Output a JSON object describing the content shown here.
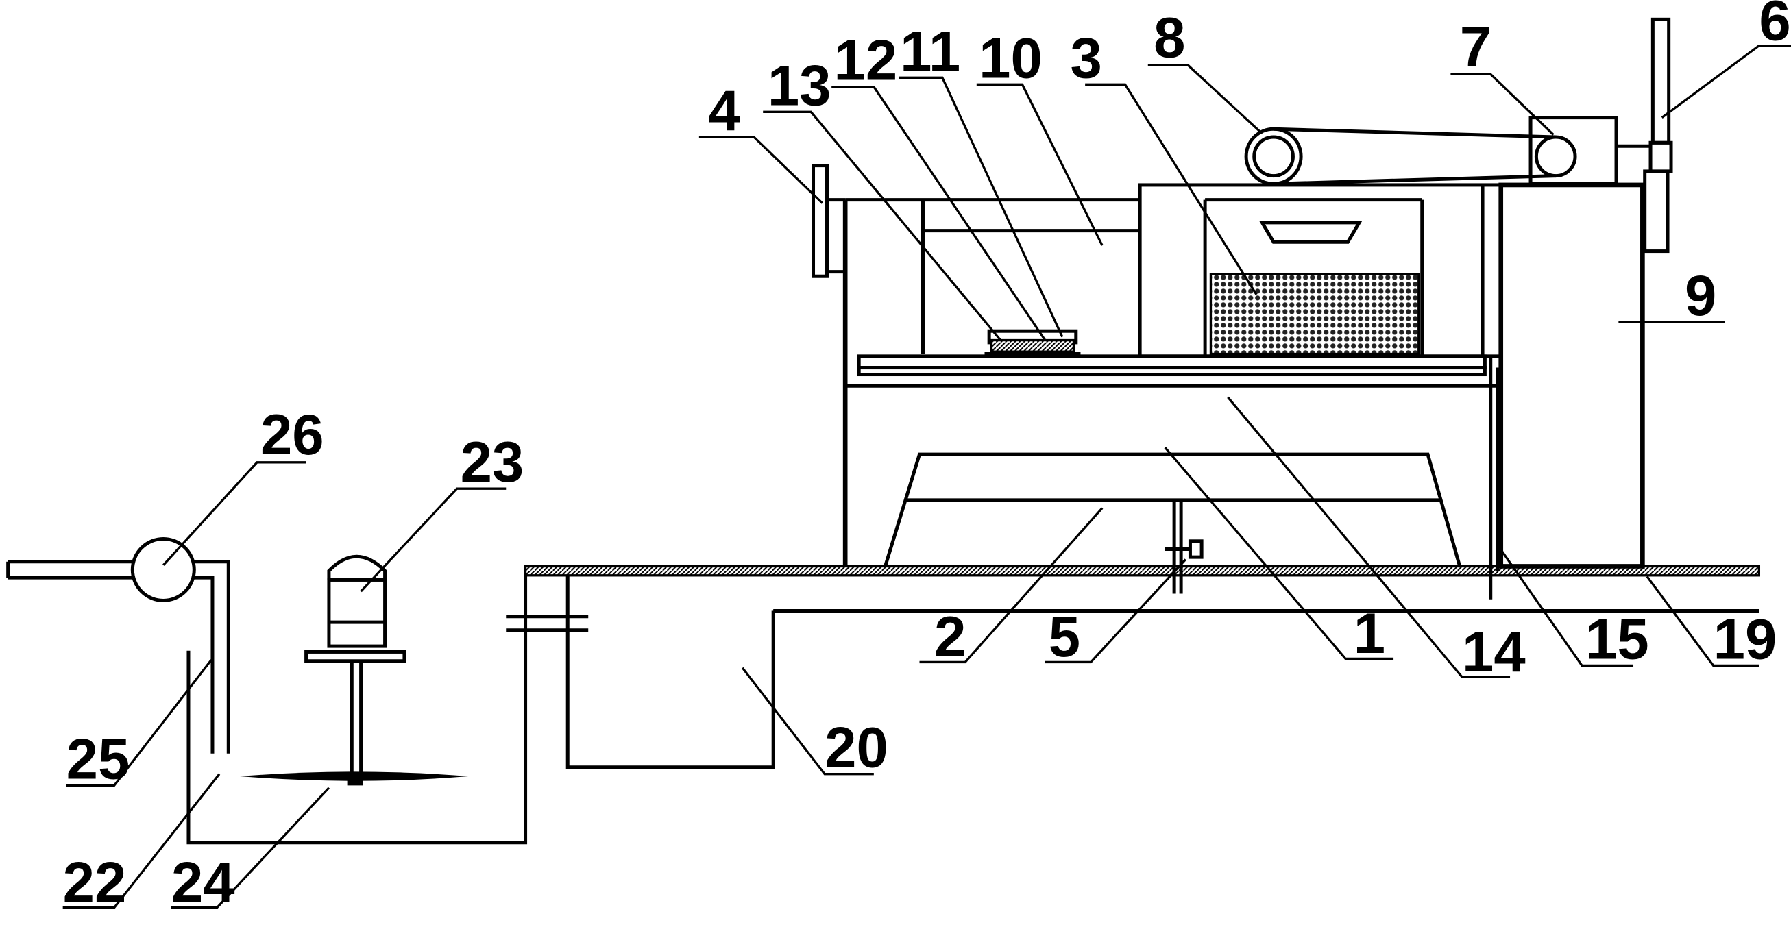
{
  "labels": {
    "l1": "1",
    "l2": "2",
    "l3": "3",
    "l4": "4",
    "l5": "5",
    "l6": "6",
    "l7": "7",
    "l8": "8",
    "l9": "9",
    "l10": "10",
    "l11": "11",
    "l12": "12",
    "l13": "13",
    "l14": "14",
    "l15": "15",
    "l19": "19",
    "l20": "20",
    "l22": "22",
    "l23": "23",
    "l24": "24",
    "l25": "25",
    "l26": "26"
  }
}
